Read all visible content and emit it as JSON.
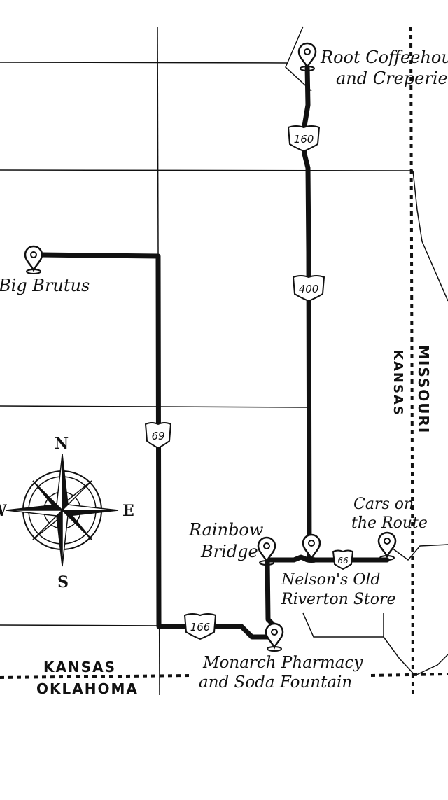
{
  "places": {
    "root_coffeehouse": [
      "Root Coffeehouse",
      "and Creperie"
    ],
    "big_brutus": "Big Brutus",
    "rainbow_bridge": [
      "Rainbow",
      "Bridge"
    ],
    "cars_on_the_route": [
      "Cars on",
      "the Route"
    ],
    "nelsons_store": [
      "Nelson's Old",
      "Riverton Store"
    ],
    "monarch_pharmacy": [
      "Monarch Pharmacy",
      "and Soda Fountain"
    ]
  },
  "routes": {
    "us160": "160",
    "us400": "400",
    "us69": "69",
    "us166": "166",
    "route66": "66"
  },
  "states": {
    "missouri": "MISSOURI",
    "kansas_east": "KANSAS",
    "kansas_south": "KANSAS",
    "oklahoma": "OKLAHOMA"
  },
  "compass": {
    "north": "N",
    "south": "S",
    "east": "E",
    "west": "W"
  },
  "colors": {
    "ink": "#111111",
    "background": "#ffffff"
  }
}
